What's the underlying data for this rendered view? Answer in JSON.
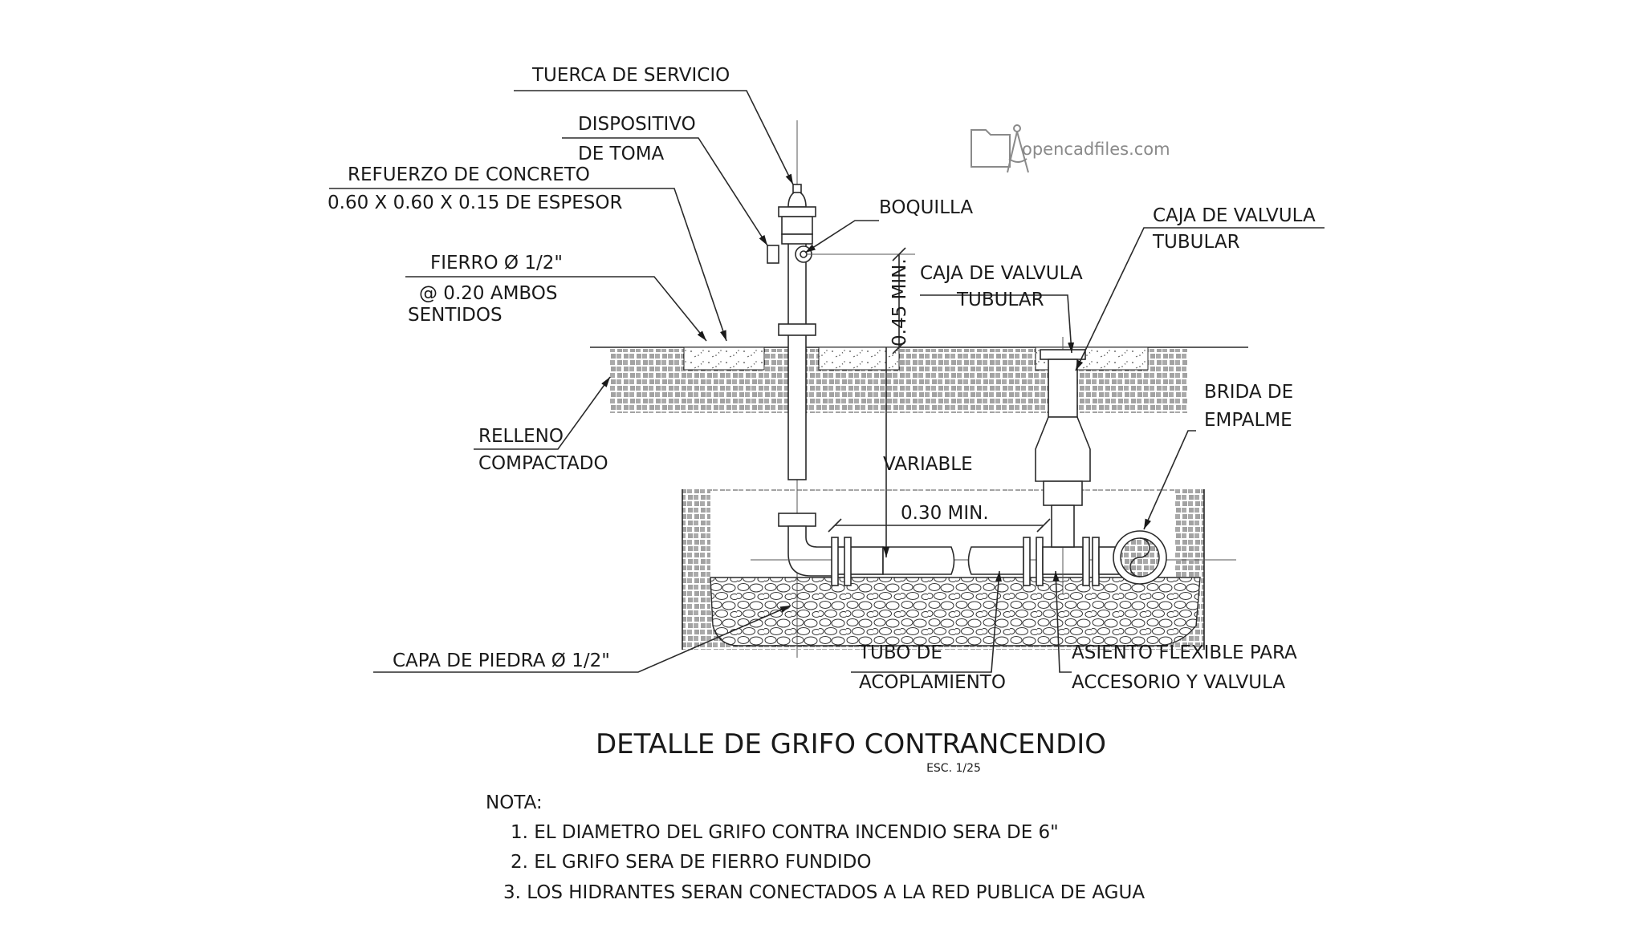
{
  "labels": {
    "tuerca": "TUERCA DE SERVICIO",
    "dispositivo_1": "DISPOSITIVO",
    "dispositivo_2": "DE TOMA",
    "refuerzo_1": "REFUERZO DE CONCRETO",
    "refuerzo_2": "0.60 X 0.60 X 0.15 DE ESPESOR",
    "fierro_1": "FIERRO Ø 1/2\"",
    "fierro_2": "@  0.20  AMBOS",
    "fierro_3": "SENTIDOS",
    "boquilla": "BOQUILLA",
    "caja_valvula_a_1": "CAJA DE VALVULA",
    "caja_valvula_a_2": "TUBULAR",
    "caja_valvula_b_1": "CAJA DE VALVULA",
    "caja_valvula_b_2": "TUBULAR",
    "dim_045": "0.45 MIN.",
    "variable": "VARIABLE",
    "dim_030": "0.30 MIN.",
    "brida_1": "BRIDA DE",
    "brida_2": "EMPALME",
    "relleno_1": "RELLENO",
    "relleno_2": "COMPACTADO",
    "capa_piedra": "CAPA DE PIEDRA Ø 1/2\"",
    "tubo_1": "TUBO DE",
    "tubo_2": "ACOPLAMIENTO",
    "asiento_1": "ASIENTO FLEXIBLE PARA",
    "asiento_2": "ACCESORIO Y VALVULA"
  },
  "title": "DETALLE DE GRIFO CONTRANCENDIO",
  "scale": "ESC. 1/25",
  "watermark": "opencadfiles.com",
  "notes": {
    "heading": "NOTA:",
    "items": [
      "1. EL DIAMETRO DEL GRIFO CONTRA INCENDIO SERA DE 6\"",
      "2. EL GRIFO SERA DE FIERRO FUNDIDO",
      "3. LOS HIDRANTES SERAN CONECTADOS A LA RED PUBLICA DE AGUA"
    ]
  },
  "colors": {
    "ink": "#1a1a1a",
    "line": "#2a2a2a",
    "watermark": "#8a8a8a"
  },
  "icons": [
    "folder-compass-logo-icon",
    "leader-arrow-icon"
  ]
}
